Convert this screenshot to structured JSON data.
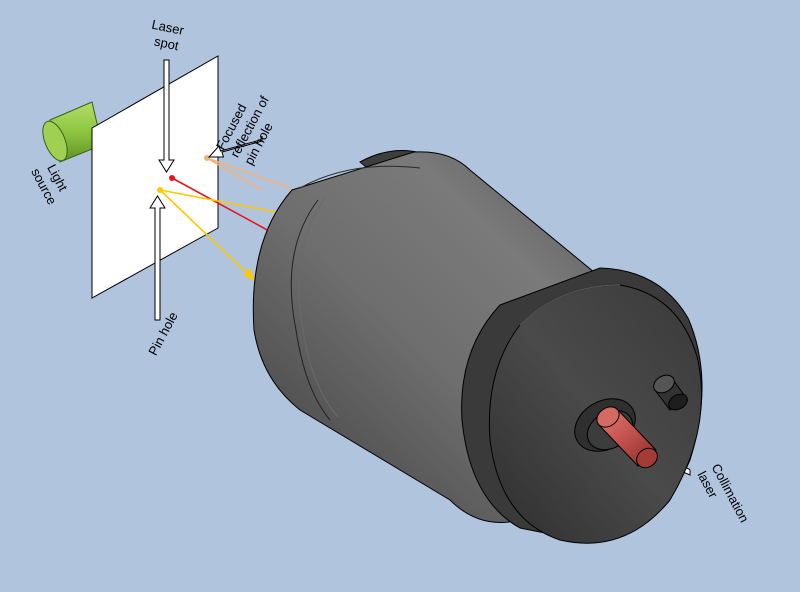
{
  "labels": {
    "laser_spot": [
      "Laser",
      "spot"
    ],
    "focused_reflection": [
      "Focused",
      "reflection of",
      "pin hole"
    ],
    "light_source": [
      "Light",
      "source"
    ],
    "pin_hole": "Pin hole",
    "collimation_laser": [
      "Collimation",
      "laser"
    ]
  },
  "colors": {
    "background": "#b0c4de",
    "laser_beam": "#e8141c",
    "light_beam": "#ffc800",
    "reflection_beam": "#f2b27c",
    "light_source": "#8cc63f",
    "collimation_laser": "#c0504d",
    "camera_body": "#4a4a4a"
  }
}
